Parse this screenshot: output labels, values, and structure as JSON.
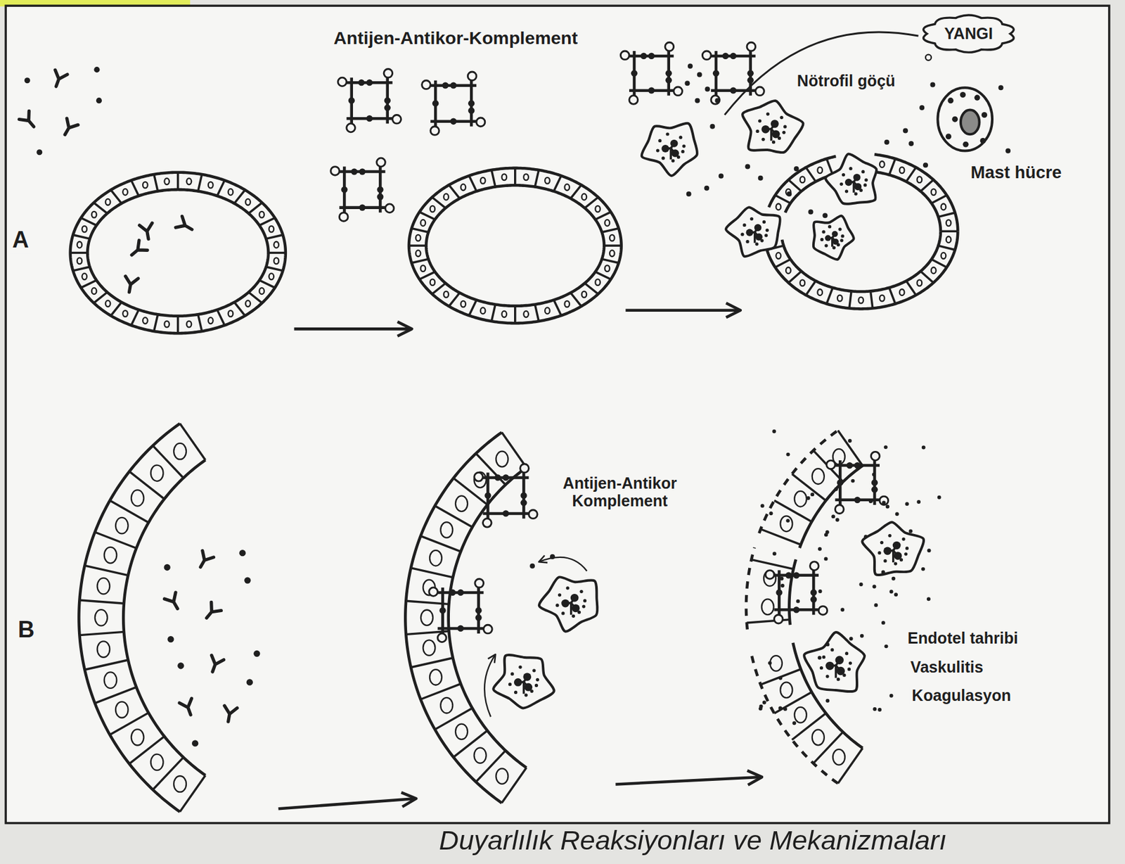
{
  "diagram": {
    "caption": "Duyarlılık Reaksiyonları ve Mekanizmaları",
    "nodes": [
      {
        "text": [
          "YANGI"
        ]
      }
    ],
    "labels": [
      "A",
      "Antijen-Antikor-Komplement",
      "Nötrofil göçü",
      "Mast hücre",
      "B",
      "Antijen-Antikor Komplement",
      "Endotel tahribi",
      "Vaskulitis",
      "Koagulasyon"
    ]
  }
}
